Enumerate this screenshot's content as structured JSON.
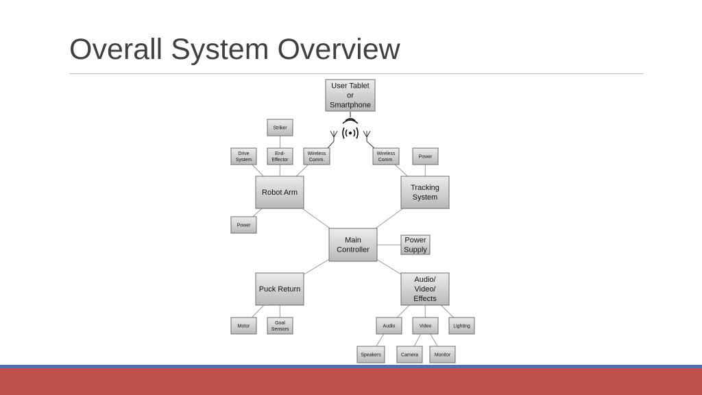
{
  "slide": {
    "title": "Overall System Overview"
  },
  "diagram": {
    "nodes": [
      {
        "id": "user-tablet",
        "lines": [
          "User Tablet",
          "or",
          "Smartphone"
        ],
        "size": "md"
      },
      {
        "id": "striker",
        "lines": [
          "Striker"
        ],
        "size": "sm"
      },
      {
        "id": "drive-system",
        "lines": [
          "Drive",
          "System"
        ],
        "size": "sm"
      },
      {
        "id": "end-effector",
        "lines": [
          "End-",
          "Effector"
        ],
        "size": "sm"
      },
      {
        "id": "wireless-comm-left",
        "lines": [
          "Wireless",
          "Comm."
        ],
        "size": "sm"
      },
      {
        "id": "wireless-comm-right",
        "lines": [
          "Wireless",
          "Comm."
        ],
        "size": "sm"
      },
      {
        "id": "power-top",
        "lines": [
          "Power"
        ],
        "size": "sm"
      },
      {
        "id": "robot-arm",
        "lines": [
          "Robot Arm"
        ],
        "size": "md"
      },
      {
        "id": "tracking-system",
        "lines": [
          "Tracking",
          "System"
        ],
        "size": "md"
      },
      {
        "id": "power-left",
        "lines": [
          "Power"
        ],
        "size": "sm"
      },
      {
        "id": "main-controller",
        "lines": [
          "Main",
          "Controller"
        ],
        "size": "md"
      },
      {
        "id": "power-supply",
        "lines": [
          "Power",
          "Supply"
        ],
        "size": "md"
      },
      {
        "id": "puck-return",
        "lines": [
          "Puck Return"
        ],
        "size": "md"
      },
      {
        "id": "audio-video-effects",
        "lines": [
          "Audio/",
          "Video/",
          "Effects"
        ],
        "size": "md"
      },
      {
        "id": "motor",
        "lines": [
          "Motor"
        ],
        "size": "sm"
      },
      {
        "id": "goal-sensors",
        "lines": [
          "Goal",
          "Sensors"
        ],
        "size": "sm"
      },
      {
        "id": "audio",
        "lines": [
          "Audio"
        ],
        "size": "sm"
      },
      {
        "id": "video",
        "lines": [
          "Video"
        ],
        "size": "sm"
      },
      {
        "id": "lighting",
        "lines": [
          "Lighting"
        ],
        "size": "sm"
      },
      {
        "id": "speakers",
        "lines": [
          "Speakers"
        ],
        "size": "sm"
      },
      {
        "id": "camera",
        "lines": [
          "Camera"
        ],
        "size": "sm"
      },
      {
        "id": "monitor",
        "lines": [
          "Monitor"
        ],
        "size": "sm"
      }
    ],
    "edges": [
      [
        "striker",
        "end-effector"
      ],
      [
        "drive-system",
        "robot-arm"
      ],
      [
        "end-effector",
        "robot-arm"
      ],
      [
        "wireless-comm-left",
        "robot-arm"
      ],
      [
        "wireless-comm-right",
        "tracking-system"
      ],
      [
        "power-top",
        "tracking-system"
      ],
      [
        "robot-arm",
        "power-left"
      ],
      [
        "robot-arm",
        "main-controller"
      ],
      [
        "tracking-system",
        "main-controller"
      ],
      [
        "main-controller",
        "power-supply"
      ],
      [
        "main-controller",
        "puck-return"
      ],
      [
        "main-controller",
        "audio-video-effects"
      ],
      [
        "puck-return",
        "motor"
      ],
      [
        "puck-return",
        "goal-sensors"
      ],
      [
        "audio-video-effects",
        "audio"
      ],
      [
        "audio-video-effects",
        "video"
      ],
      [
        "audio-video-effects",
        "lighting"
      ],
      [
        "audio",
        "speakers"
      ],
      [
        "video",
        "camera"
      ],
      [
        "video",
        "monitor"
      ]
    ],
    "wireless_icons": [
      "antenna-left-icon",
      "wireless-signal-icon",
      "antenna-right-icon"
    ]
  }
}
